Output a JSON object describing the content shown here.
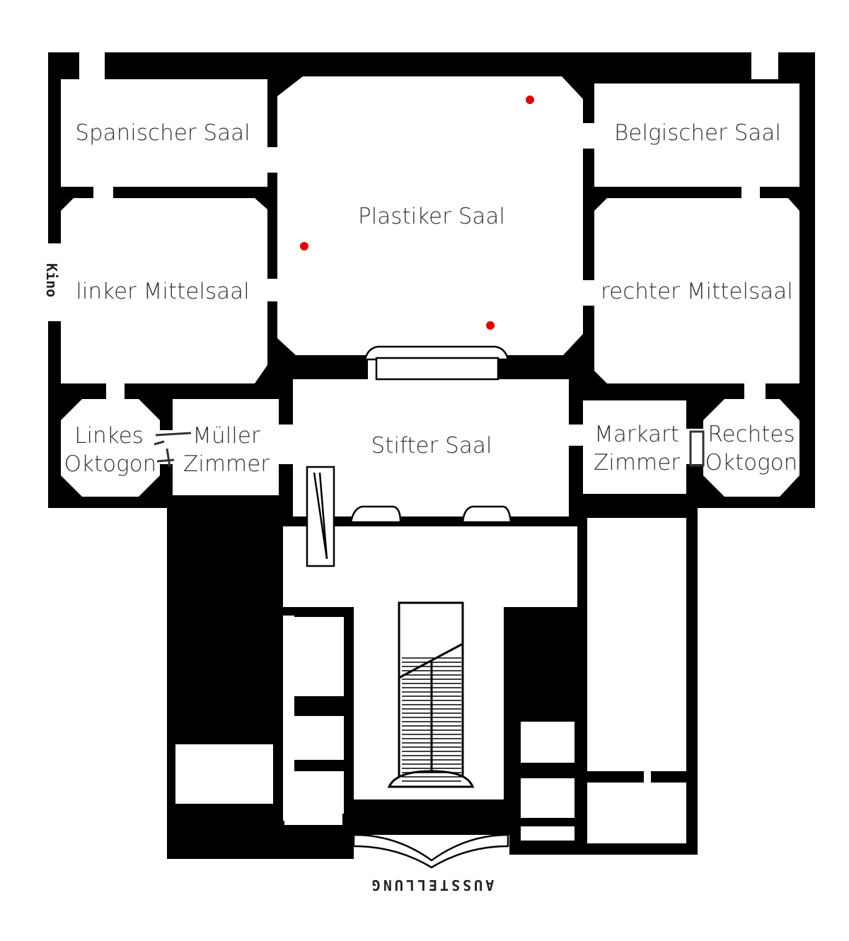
{
  "colors": {
    "wall": "#000000",
    "floor": "#ffffff",
    "text": "#333333",
    "marker": "#e00000"
  },
  "rooms": {
    "spanischer": "Spanischer Saal",
    "belgischer": "Belgischer Saal",
    "plastiker": "Plastiker Saal",
    "linker_mittelsaal": "linker Mittelsaal",
    "rechter_mittelsaal": "rechter Mittelsaal",
    "stifter": "Stifter Saal",
    "linkes_oktogon_1": "Linkes",
    "linkes_oktogon_2": "Oktogon",
    "mueller_1": "Müller",
    "mueller_2": "Zimmer",
    "markart_1": "Markart",
    "markart_2": "Zimmer",
    "rechtes_oktogon_1": "Rechtes",
    "rechtes_oktogon_2": "Oktogon"
  },
  "side_labels": {
    "kino": "Kino",
    "ausstellung": "AUSSTELLUNG"
  },
  "markers": [
    {
      "name": "marker-1"
    },
    {
      "name": "marker-2"
    },
    {
      "name": "marker-3"
    }
  ]
}
